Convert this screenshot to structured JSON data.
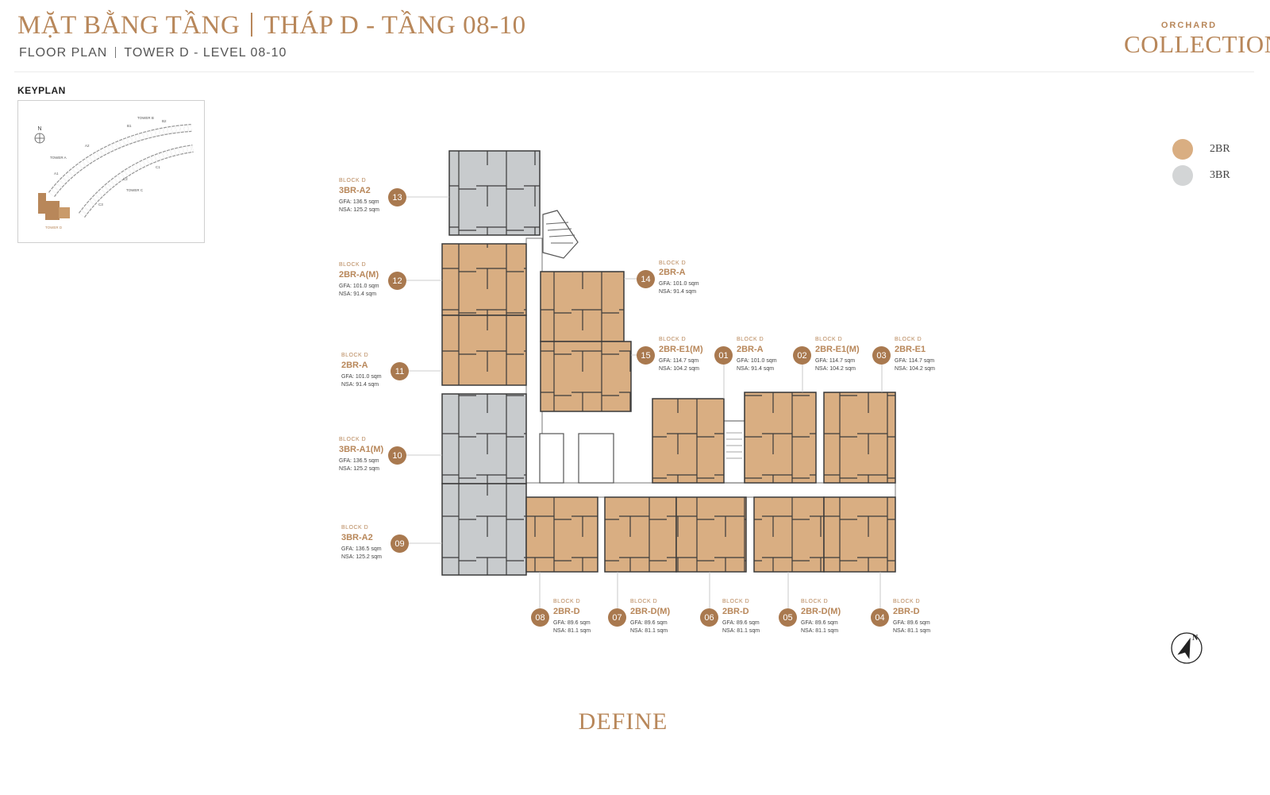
{
  "header": {
    "title_vi_left": "MẶT BẰNG TẦNG",
    "title_vi_right": "THÁP D - TẦNG 08-10",
    "title_en_left": "FLOOR PLAN",
    "title_en_right": "TOWER D - LEVEL 08-10"
  },
  "brand": {
    "top": "ORCHARD",
    "main": "COLLECTION"
  },
  "keyplan": {
    "label": "KEYPLAN",
    "north": "N",
    "tower_b": "TOWER B",
    "b1": "B1",
    "b2": "B2",
    "tower_a": "TOWER A",
    "a1": "A1",
    "a2": "A2",
    "c1": "C1",
    "c2": "C2",
    "c3": "C3",
    "tower_c": "TOWER C",
    "tower_d": "TOWER D"
  },
  "legend": [
    {
      "label": "2BR",
      "color": "#d9ae82"
    },
    {
      "label": "3BR",
      "color": "#d3d5d6"
    }
  ],
  "colors": {
    "accent": "#b8875a",
    "badge": "#a9794f",
    "unit_2br": "#d9ae82",
    "unit_3br": "#c8cbcd",
    "wall": "#3a3a3a"
  },
  "units": [
    {
      "id": "13",
      "block": "BLOCK D",
      "type": "3BR-A2",
      "gfa": "GFA: 136.5 sqm",
      "nsa": "NSA: 125.2 sqm"
    },
    {
      "id": "12",
      "block": "BLOCK D",
      "type": "2BR-A(M)",
      "gfa": "GFA: 101.0 sqm",
      "nsa": "NSA: 91.4 sqm"
    },
    {
      "id": "11",
      "block": "BLOCK D",
      "type": "2BR-A",
      "gfa": "GFA: 101.0 sqm",
      "nsa": "NSA: 91.4 sqm"
    },
    {
      "id": "10",
      "block": "BLOCK D",
      "type": "3BR-A1(M)",
      "gfa": "GFA: 136.5 sqm",
      "nsa": "NSA: 125.2 sqm"
    },
    {
      "id": "09",
      "block": "BLOCK D",
      "type": "3BR-A2",
      "gfa": "GFA: 136.5 sqm",
      "nsa": "NSA: 125.2 sqm"
    },
    {
      "id": "14",
      "block": "BLOCK D",
      "type": "2BR-A",
      "gfa": "GFA: 101.0 sqm",
      "nsa": "NSA: 91.4 sqm"
    },
    {
      "id": "15",
      "block": "BLOCK D",
      "type": "2BR-E1(M)",
      "gfa": "GFA: 114.7 sqm",
      "nsa": "NSA: 104.2 sqm"
    },
    {
      "id": "01",
      "block": "BLOCK D",
      "type": "2BR-A",
      "gfa": "GFA: 101.0 sqm",
      "nsa": "NSA: 91.4 sqm"
    },
    {
      "id": "02",
      "block": "BLOCK D",
      "type": "2BR-E1(M)",
      "gfa": "GFA: 114.7 sqm",
      "nsa": "NSA: 104.2 sqm"
    },
    {
      "id": "03",
      "block": "BLOCK D",
      "type": "2BR-E1",
      "gfa": "GFA: 114.7 sqm",
      "nsa": "NSA: 104.2 sqm"
    },
    {
      "id": "08",
      "block": "BLOCK D",
      "type": "2BR-D",
      "gfa": "GFA: 89.6 sqm",
      "nsa": "NSA: 81.1 sqm"
    },
    {
      "id": "07",
      "block": "BLOCK D",
      "type": "2BR-D(M)",
      "gfa": "GFA: 89.6 sqm",
      "nsa": "NSA: 81.1 sqm"
    },
    {
      "id": "06",
      "block": "BLOCK D",
      "type": "2BR-D",
      "gfa": "GFA: 89.6 sqm",
      "nsa": "NSA: 81.1 sqm"
    },
    {
      "id": "05",
      "block": "BLOCK D",
      "type": "2BR-D(M)",
      "gfa": "GFA: 89.6 sqm",
      "nsa": "NSA: 81.1 sqm"
    },
    {
      "id": "04",
      "block": "BLOCK D",
      "type": "2BR-D",
      "gfa": "GFA: 89.6 sqm",
      "nsa": "NSA: 81.1 sqm"
    }
  ],
  "compass": {
    "label": "N"
  },
  "footer": {
    "brand": "DEFINE"
  }
}
